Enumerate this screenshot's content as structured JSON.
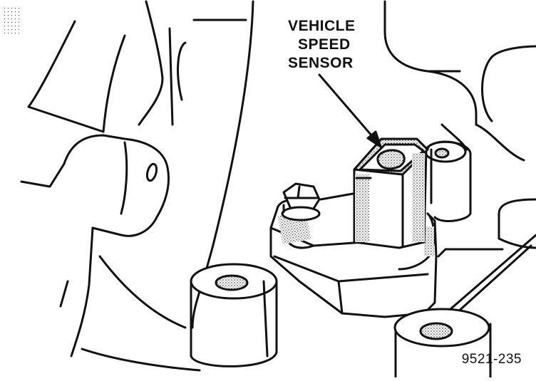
{
  "figure": {
    "callout_lines": [
      "VEHICLE",
      "SPEED",
      "SENSOR"
    ],
    "figure_number": "9521-235"
  },
  "colors": {
    "ink": "#111111",
    "paper": "#ffffff"
  },
  "components": {
    "callout": "vehicle speed sensor",
    "shown_parts": [
      "sensor-body",
      "mounting-bolt",
      "mounting-bracket",
      "threaded-bosses",
      "transmission-case-outline"
    ]
  }
}
